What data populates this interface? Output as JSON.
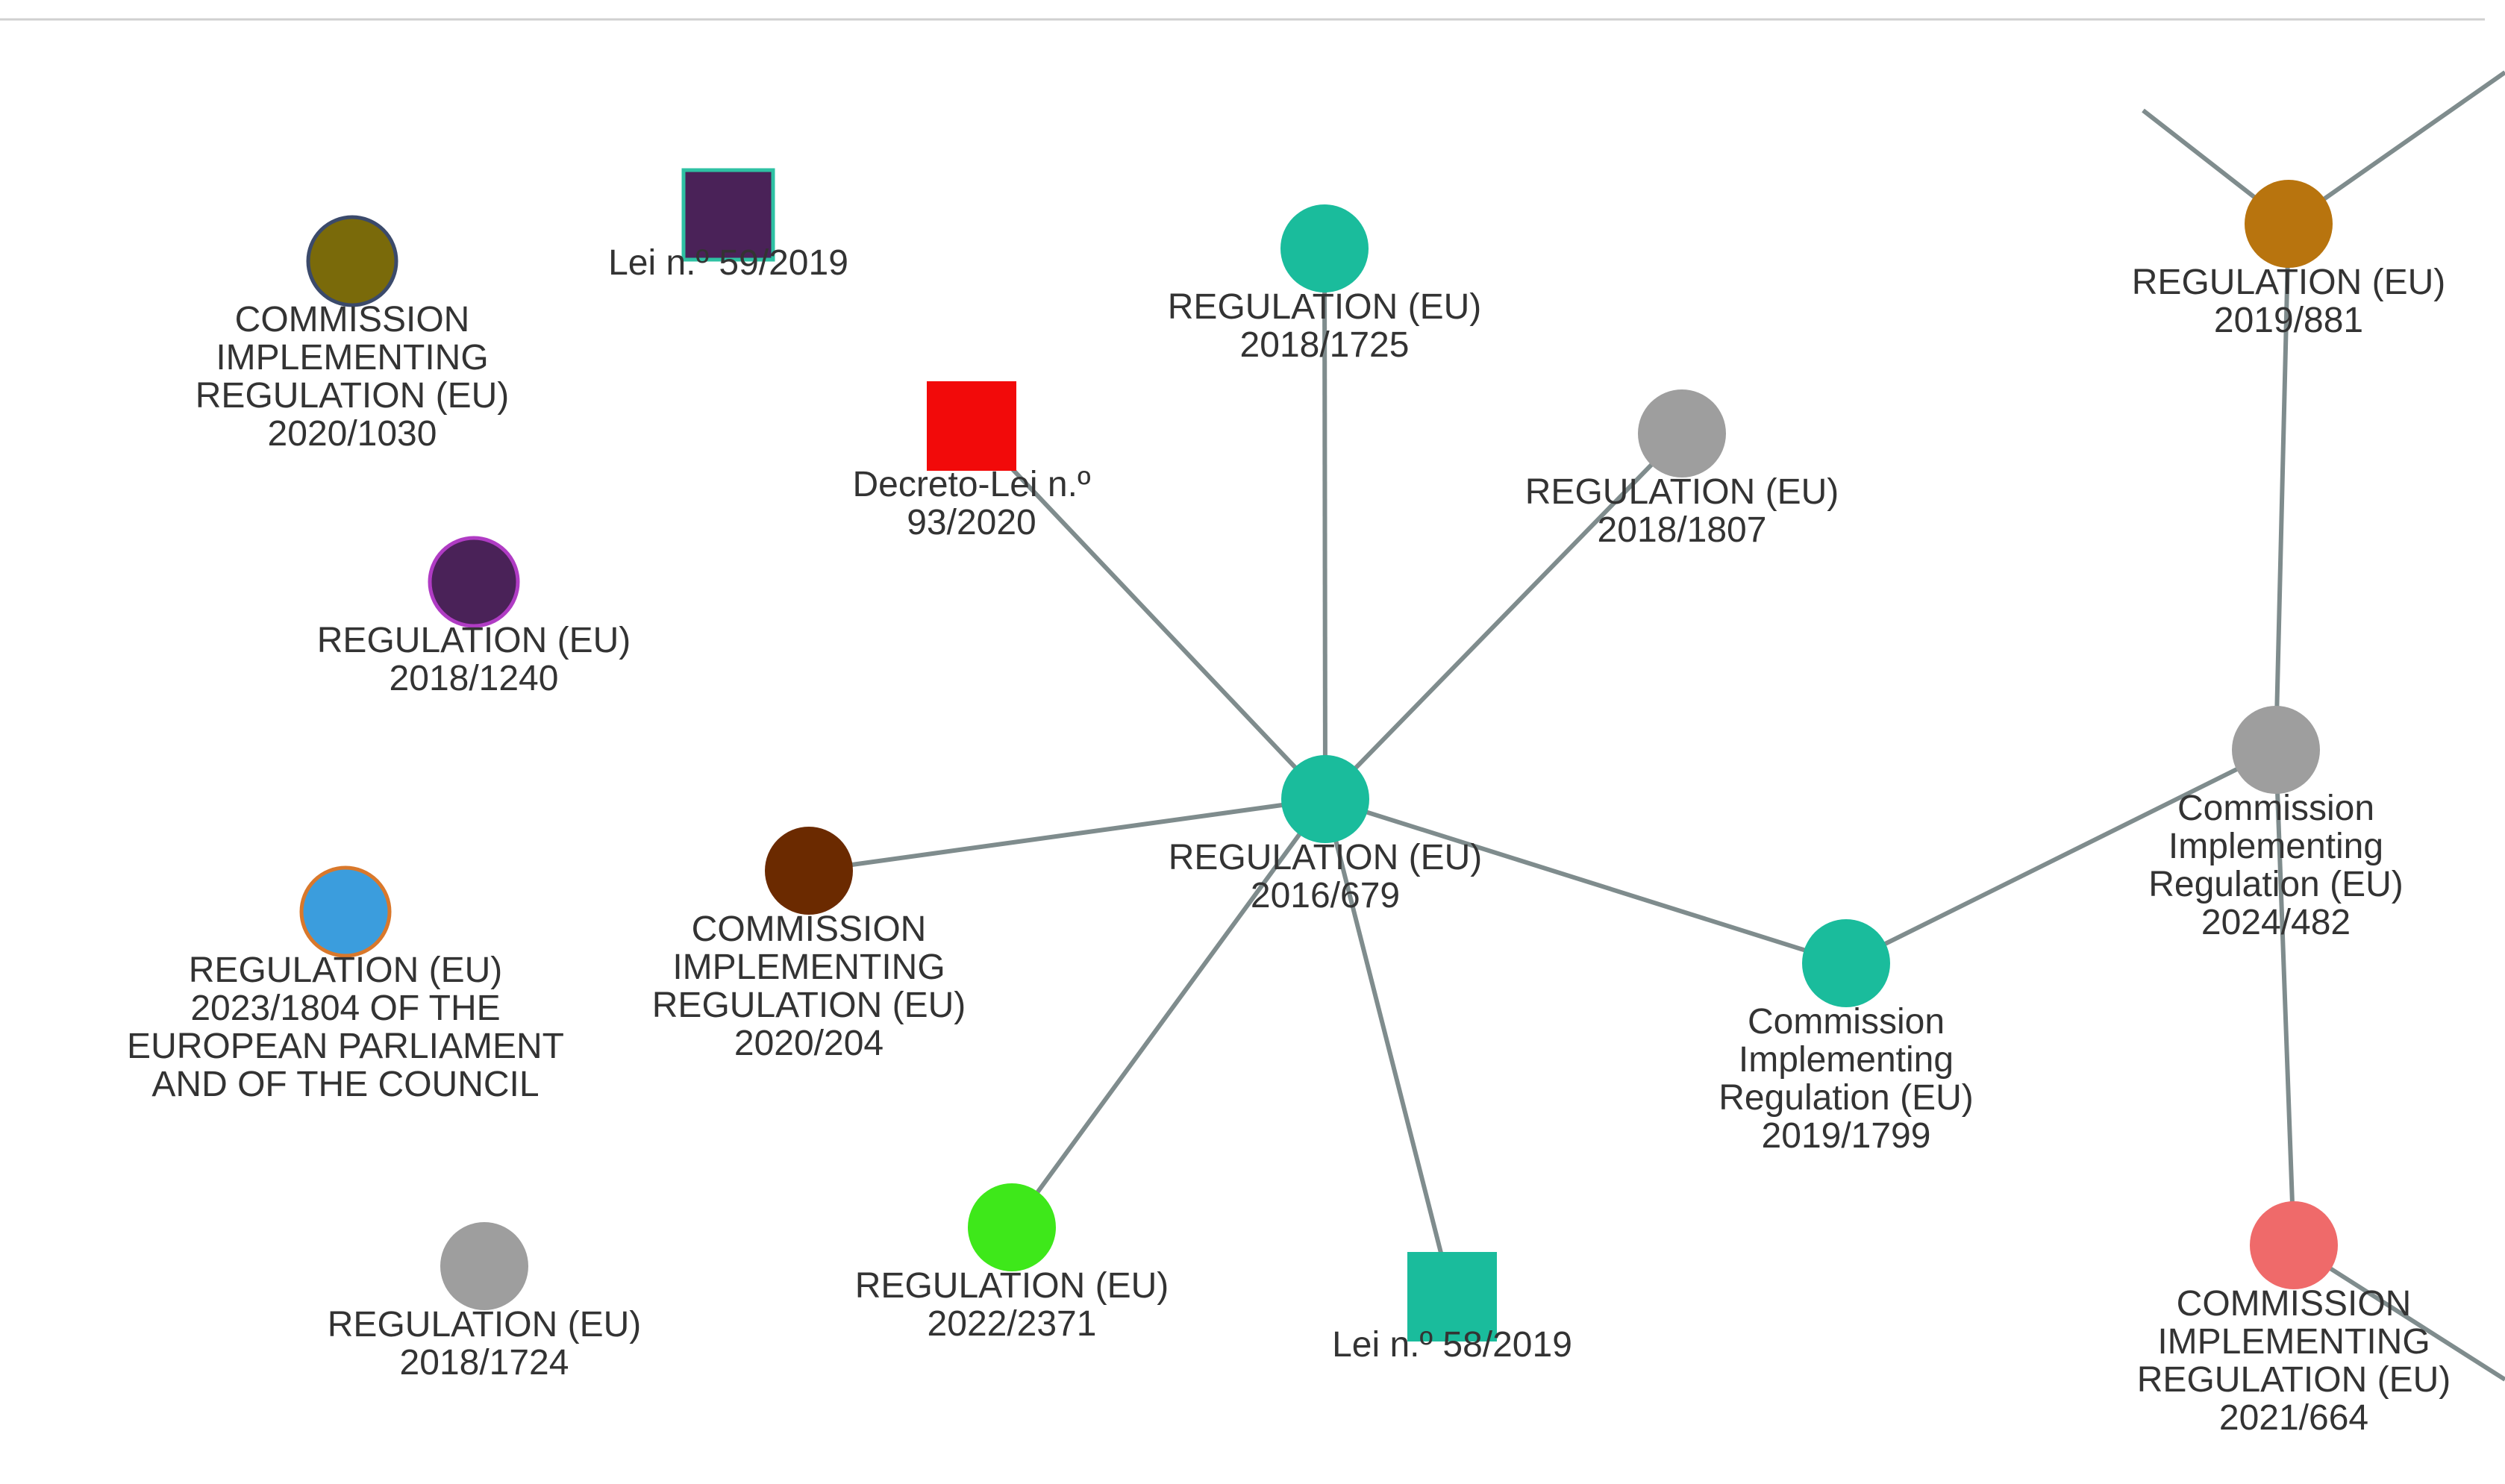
{
  "graph": {
    "nodes": [
      {
        "id": "cir-2020-1030",
        "name": "node-commission-implementing-regulation-2020-1030",
        "shape": "circle",
        "fill": "#7a6a0a",
        "stroke": "#3b4a6b",
        "label": [
          "COMMISSION",
          "IMPLEMENTING",
          "REGULATION (EU)",
          "2020/1030"
        ]
      },
      {
        "id": "lei-59-2019",
        "name": "node-lei-59-2019",
        "shape": "square",
        "fill": "#4a2258",
        "stroke": "#2ec1a3",
        "label": [
          "Lei n.º 59/2019"
        ]
      },
      {
        "id": "reg-2018-1240",
        "name": "node-regulation-2018-1240",
        "shape": "circle",
        "fill": "#4a2258",
        "stroke": "#b03cc4",
        "label": [
          "REGULATION (EU)",
          "2018/1240"
        ]
      },
      {
        "id": "reg-2023-1804",
        "name": "node-regulation-2023-1804",
        "shape": "circle",
        "fill": "#3b9ddd",
        "stroke": "#d9782b",
        "label": [
          "REGULATION (EU)",
          "2023/1804 OF THE",
          "EUROPEAN PARLIAMENT",
          "AND OF THE COUNCIL"
        ]
      },
      {
        "id": "reg-2018-1724",
        "name": "node-regulation-2018-1724",
        "shape": "circle",
        "fill": "#9e9e9e",
        "stroke": "",
        "label": [
          "REGULATION (EU)",
          "2018/1724"
        ]
      },
      {
        "id": "dl-93-2020",
        "name": "node-decreto-lei-93-2020",
        "shape": "square",
        "fill": "#f20a0a",
        "stroke": "",
        "label": [
          "Decreto-Lei n.º",
          "93/2020"
        ]
      },
      {
        "id": "reg-2018-1725",
        "name": "node-regulation-2018-1725",
        "shape": "circle",
        "fill": "#1abc9c",
        "stroke": "",
        "label": [
          "REGULATION (EU)",
          "2018/1725"
        ]
      },
      {
        "id": "reg-2018-1807",
        "name": "node-regulation-2018-1807",
        "shape": "circle",
        "fill": "#9e9e9e",
        "stroke": "",
        "label": [
          "REGULATION (EU)",
          "2018/1807"
        ]
      },
      {
        "id": "reg-2016-679",
        "name": "node-regulation-2016-679",
        "shape": "circle",
        "fill": "#1abc9c",
        "stroke": "",
        "label": [
          "REGULATION (EU)",
          "2016/679"
        ]
      },
      {
        "id": "cir-2020-204",
        "name": "node-commission-implementing-regulation-2020-204",
        "shape": "circle",
        "fill": "#6b2a00",
        "stroke": "",
        "label": [
          "COMMISSION",
          "IMPLEMENTING",
          "REGULATION (EU)",
          "2020/204"
        ]
      },
      {
        "id": "reg-2022-2371",
        "name": "node-regulation-2022-2371",
        "shape": "circle",
        "fill": "#3ee81a",
        "stroke": "",
        "label": [
          "REGULATION (EU)",
          "2022/2371"
        ]
      },
      {
        "id": "lei-58-2019",
        "name": "node-lei-58-2019",
        "shape": "square",
        "fill": "#1abc9c",
        "stroke": "",
        "label": [
          "Lei n.º 58/2019"
        ]
      },
      {
        "id": "cir-2019-1799",
        "name": "node-commission-implementing-regulation-2019-1799",
        "shape": "circle",
        "fill": "#1abc9c",
        "stroke": "",
        "label": [
          "Commission",
          "Implementing",
          "Regulation (EU)",
          "2019/1799"
        ]
      },
      {
        "id": "reg-2019-881",
        "name": "node-regulation-2019-881",
        "shape": "circle",
        "fill": "#b8740e",
        "stroke": "",
        "label": [
          "REGULATION (EU)",
          "2019/881"
        ]
      },
      {
        "id": "cir-2024-482",
        "name": "node-commission-implementing-regulation-2024-482",
        "shape": "circle",
        "fill": "#9e9e9e",
        "stroke": "",
        "label": [
          "Commission",
          "Implementing",
          "Regulation (EU)",
          "2024/482"
        ]
      },
      {
        "id": "cir-2021-664",
        "name": "node-commission-implementing-regulation-2021-664",
        "shape": "circle",
        "fill": "#ef6a6a",
        "stroke": "",
        "label": [
          "COMMISSION",
          "IMPLEMENTING",
          "REGULATION (EU)",
          "2021/664"
        ]
      }
    ],
    "edges": [
      {
        "source": "reg-2016-679",
        "target": "dl-93-2020"
      },
      {
        "source": "reg-2016-679",
        "target": "reg-2018-1725"
      },
      {
        "source": "reg-2016-679",
        "target": "reg-2018-1807"
      },
      {
        "source": "reg-2016-679",
        "target": "cir-2020-204"
      },
      {
        "source": "reg-2016-679",
        "target": "reg-2022-2371"
      },
      {
        "source": "reg-2016-679",
        "target": "lei-58-2019"
      },
      {
        "source": "reg-2016-679",
        "target": "cir-2019-1799"
      },
      {
        "source": "cir-2019-1799",
        "target": "cir-2024-482"
      },
      {
        "source": "cir-2024-482",
        "target": "reg-2019-881"
      },
      {
        "source": "cir-2024-482",
        "target": "cir-2021-664"
      }
    ],
    "colors": {
      "edge": "#7f8c8d",
      "label": "#333333",
      "top_border": "#d0d0d0"
    }
  }
}
